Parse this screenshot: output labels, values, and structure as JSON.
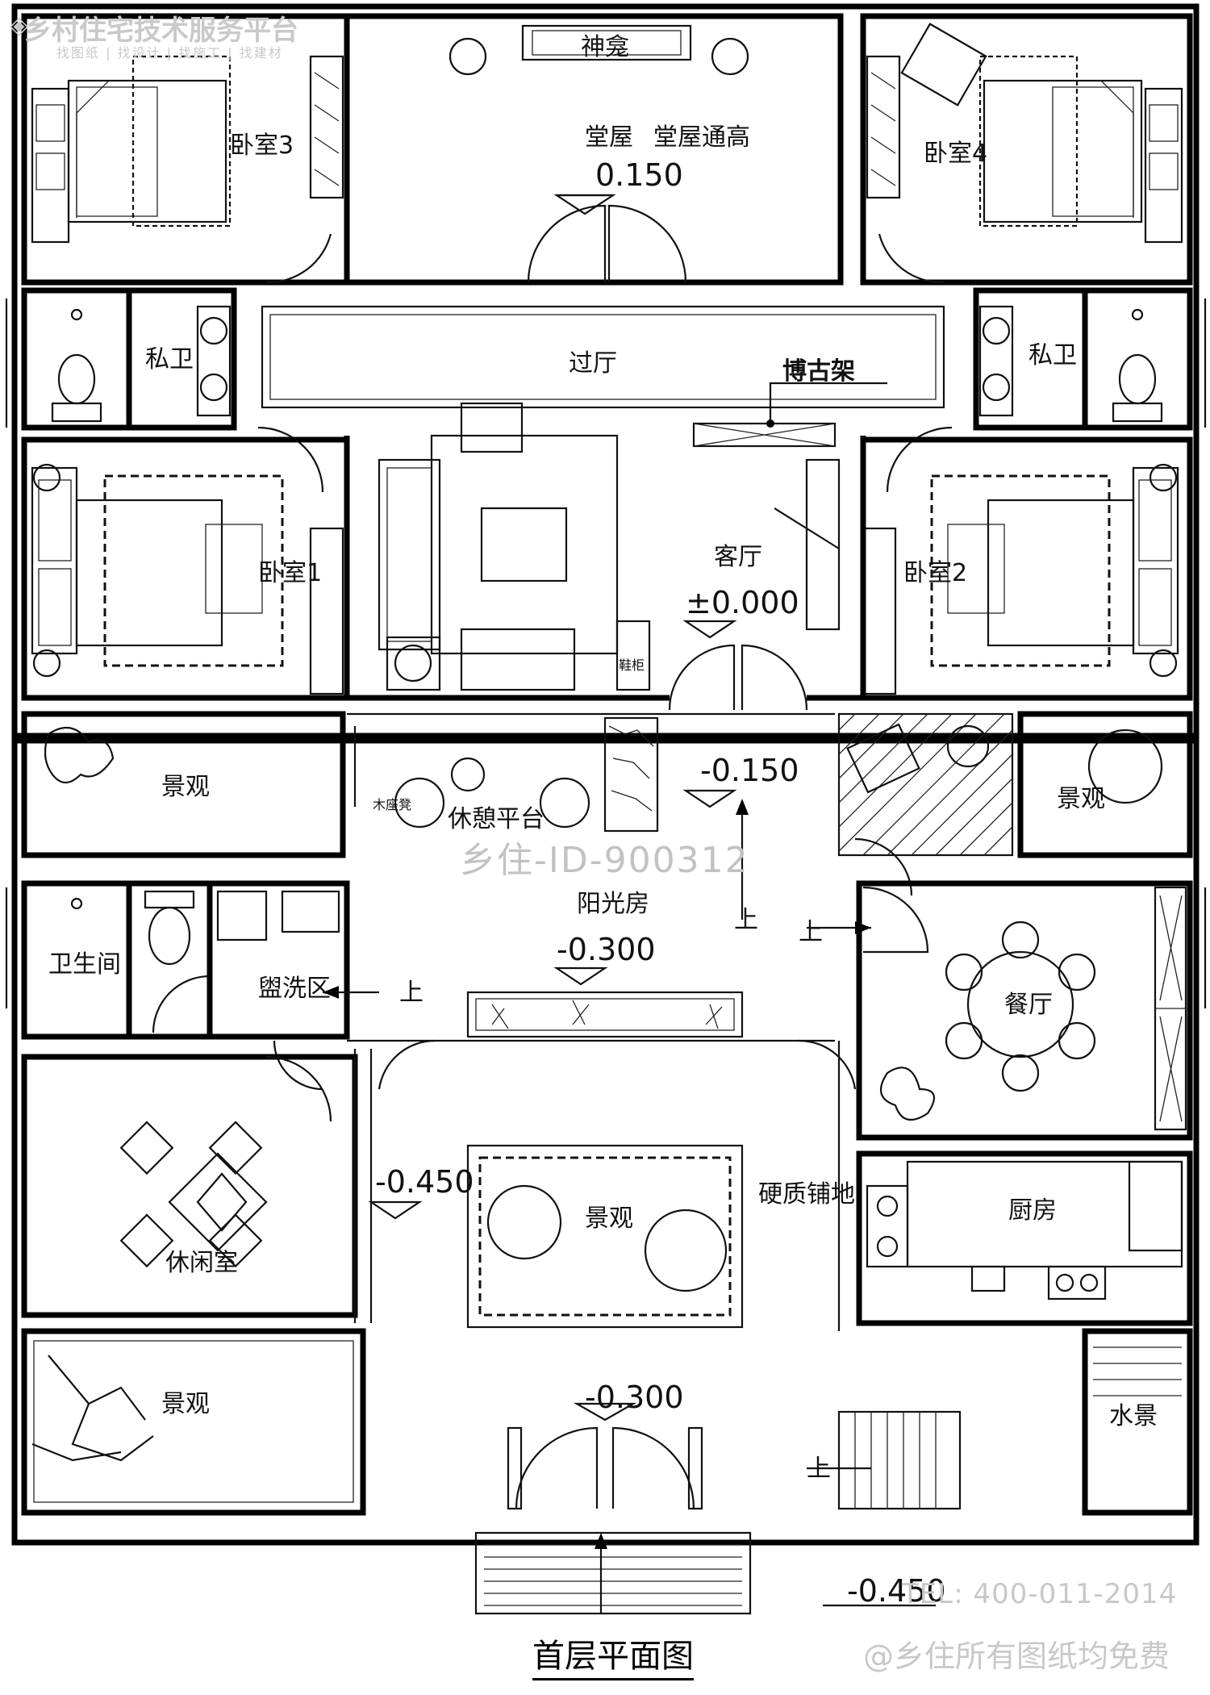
{
  "branding": {
    "name": "乡村住宅技术服务平台",
    "services": "找图纸 | 找设计 | 找施工 | 找建材",
    "watermark": "乡住-ID-900312",
    "tel": "TEL: 400-011-2014",
    "tagline": "@乡住所有图纸均免费"
  },
  "drawing_title": "首层平面图",
  "rooms": {
    "shrine": "神龛",
    "main_hall": "堂屋",
    "main_hall_note": "堂屋通高",
    "bedroom3": "卧室3",
    "bedroom4": "卧室4",
    "bath_left": "私卫",
    "bath_right": "私卫",
    "lobby": "过厅",
    "antique_shelf": "博古架",
    "living_room": "客厅",
    "bedroom1": "卧室1",
    "bedroom2": "卧室2",
    "shoe_cabinet": "鞋柜",
    "landscape_left": "景观",
    "rest_platform": "休憩平台",
    "wood_bench": "木座凳",
    "landscape_right": "景观",
    "sunroom": "阳光房",
    "toilet": "卫生间",
    "wash_area": "盥洗区",
    "dining_room": "餐厅",
    "leisure_room": "休闲室",
    "courtyard_landscape": "景观",
    "hard_paving": "硬质铺地",
    "kitchen": "厨房",
    "front_landscape": "景观",
    "water_feature": "水景"
  },
  "levels": {
    "main_hall": "0.150",
    "living_room": "±0.000",
    "terrace": "-0.150",
    "sunroom": "-0.300",
    "courtyard": "-0.450",
    "entrance": "-0.300",
    "outside": "-0.450"
  },
  "stair_labels": {
    "up": "上"
  }
}
